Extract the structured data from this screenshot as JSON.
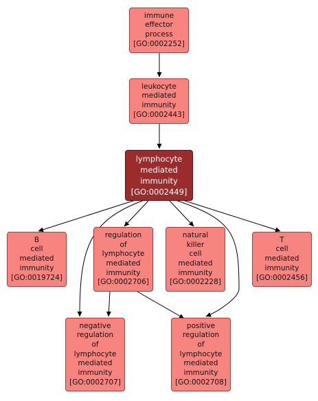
{
  "colors": {
    "node_fill": "#f7847f",
    "node_border": "#b03838",
    "focus_fill": "#9b2c2c",
    "focus_text": "#ffffff",
    "edge": "#000000"
  },
  "nodes": {
    "immune_effector_process": {
      "lines": [
        "immune",
        "effector",
        "process"
      ],
      "id": "[GO:0002252]"
    },
    "leukocyte_mediated_immunity": {
      "lines": [
        "leukocyte",
        "mediated",
        "immunity"
      ],
      "id": "[GO:0002443]"
    },
    "lymphocyte_mediated_immunity": {
      "lines": [
        "lymphocyte",
        "mediated",
        "immunity"
      ],
      "id": "[GO:0002449]"
    },
    "b_cell_mediated_immunity": {
      "lines": [
        "B",
        "cell",
        "mediated",
        "immunity"
      ],
      "id": "[GO:0019724]"
    },
    "regulation_lymphocyte_mediated_immunity": {
      "lines": [
        "regulation",
        "of",
        "lymphocyte",
        "mediated",
        "immunity"
      ],
      "id": "[GO:0002706]"
    },
    "natural_killer_cell_mediated_immunity": {
      "lines": [
        "natural",
        "killer",
        "cell",
        "mediated",
        "immunity"
      ],
      "id": "[GO:0002228]"
    },
    "t_cell_mediated_immunity": {
      "lines": [
        "T",
        "cell",
        "mediated",
        "immunity"
      ],
      "id": "[GO:0002456]"
    },
    "negative_regulation_lymphocyte_mediated_immunity": {
      "lines": [
        "negative",
        "regulation",
        "of",
        "lymphocyte",
        "mediated",
        "immunity"
      ],
      "id": "[GO:0002707]"
    },
    "positive_regulation_lymphocyte_mediated_immunity": {
      "lines": [
        "positive",
        "regulation",
        "of",
        "lymphocyte",
        "mediated",
        "immunity"
      ],
      "id": "[GO:0002708]"
    }
  }
}
